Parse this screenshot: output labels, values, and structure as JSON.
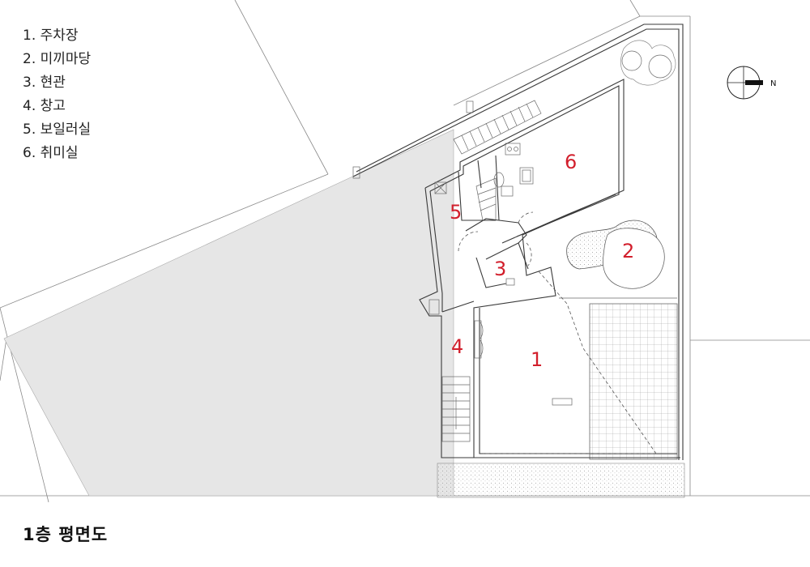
{
  "legend": {
    "items": [
      "1. 주차장",
      "2. 미끼마당",
      "3. 현관",
      "4. 창고",
      "5. 보일러실",
      "6. 취미실"
    ]
  },
  "rooms": {
    "r1": "1",
    "r2": "2",
    "r3": "3",
    "r4": "4",
    "r5": "5",
    "r6": "6"
  },
  "compass": {
    "north": "N"
  },
  "title": "1층 평면도",
  "colors": {
    "room_label": "#d21f2c",
    "shaded_lot": "#e6e6e6"
  }
}
